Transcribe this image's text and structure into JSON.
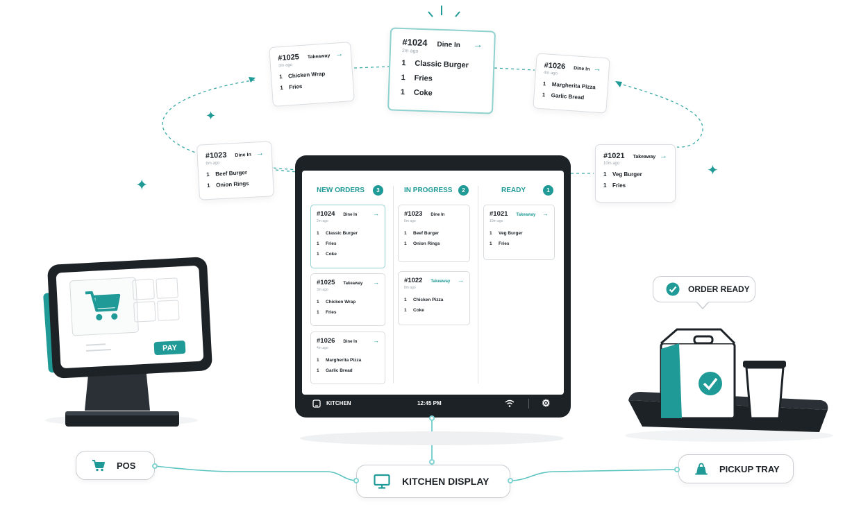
{
  "flow_cards": [
    {
      "id": "#1025",
      "type": "Takeaway",
      "ago": "3m ago",
      "items": [
        {
          "qty": "1",
          "name": "Chicken Wrap"
        },
        {
          "qty": "1",
          "name": "Fries"
        }
      ]
    },
    {
      "id": "#1024",
      "type": "Dine In",
      "ago": "2m ago",
      "items": [
        {
          "qty": "1",
          "name": "Classic Burger"
        },
        {
          "qty": "1",
          "name": "Fries"
        },
        {
          "qty": "1",
          "name": "Coke"
        }
      ]
    },
    {
      "id": "#1026",
      "type": "Dine In",
      "ago": "4m ago",
      "items": [
        {
          "qty": "1",
          "name": "Margherita Pizza"
        },
        {
          "qty": "1",
          "name": "Garlic Bread"
        }
      ]
    },
    {
      "id": "#1023",
      "type": "Dine In",
      "ago": "6m ago",
      "items": [
        {
          "qty": "1",
          "name": "Beef Burger"
        },
        {
          "qty": "1",
          "name": "Onion Rings"
        }
      ]
    },
    {
      "id": "#1021",
      "type": "Takeaway",
      "ago": "10m ago",
      "items": [
        {
          "qty": "1",
          "name": "Veg Burger"
        },
        {
          "qty": "1",
          "name": "Fries"
        }
      ]
    }
  ],
  "kds": {
    "columns": [
      {
        "title": "NEW ORDERS",
        "count": "3",
        "orders": [
          {
            "id": "#1024",
            "type": "Dine In",
            "ago": "2m ago",
            "items": [
              {
                "qty": "1",
                "name": "Classic Burger"
              },
              {
                "qty": "1",
                "name": "Fries"
              },
              {
                "qty": "1",
                "name": "Coke"
              }
            ]
          },
          {
            "id": "#1025",
            "type": "Takeaway",
            "ago": "3m ago",
            "items": [
              {
                "qty": "1",
                "name": "Chicken Wrap"
              },
              {
                "qty": "1",
                "name": "Fries"
              }
            ]
          },
          {
            "id": "#1026",
            "type": "Dine In",
            "ago": "4m ago",
            "items": [
              {
                "qty": "1",
                "name": "Margherita Pizza"
              },
              {
                "qty": "1",
                "name": "Garlic Bread"
              }
            ]
          }
        ]
      },
      {
        "title": "IN PROGRESS",
        "count": "2",
        "orders": [
          {
            "id": "#1023",
            "type": "Dine In",
            "ago": "6m ago",
            "items": [
              {
                "qty": "1",
                "name": "Beef Burger"
              },
              {
                "qty": "1",
                "name": "Onion Rings"
              }
            ]
          },
          {
            "id": "#1022",
            "type": "Takeaway",
            "ago": "8m ago",
            "items": [
              {
                "qty": "1",
                "name": "Chicken Pizza"
              },
              {
                "qty": "1",
                "name": "Coke"
              }
            ]
          }
        ]
      },
      {
        "title": "READY",
        "count": "1",
        "orders": [
          {
            "id": "#1021",
            "type": "Takeaway",
            "ago": "10m ago",
            "items": [
              {
                "qty": "1",
                "name": "Veg Burger"
              },
              {
                "qty": "1",
                "name": "Fries"
              }
            ]
          }
        ]
      }
    ],
    "status": {
      "station": "KITCHEN",
      "time": "12:45 PM"
    }
  },
  "pos": {
    "pay_label": "PAY"
  },
  "order_ready": "ORDER READY",
  "pills": {
    "pos": "POS",
    "kitchen": "KITCHEN DISPLAY",
    "pickup": "PICKUP TRAY"
  },
  "colors": {
    "accent": "#1f9a96",
    "dark": "#1d2227",
    "line": "#7fd3d1"
  },
  "icons": [
    "cart-icon",
    "arrow-right-icon",
    "tablet-icon",
    "wifi-icon",
    "gear-icon",
    "check-icon",
    "monitor-icon",
    "bag-icon",
    "sparkle-icon"
  ]
}
